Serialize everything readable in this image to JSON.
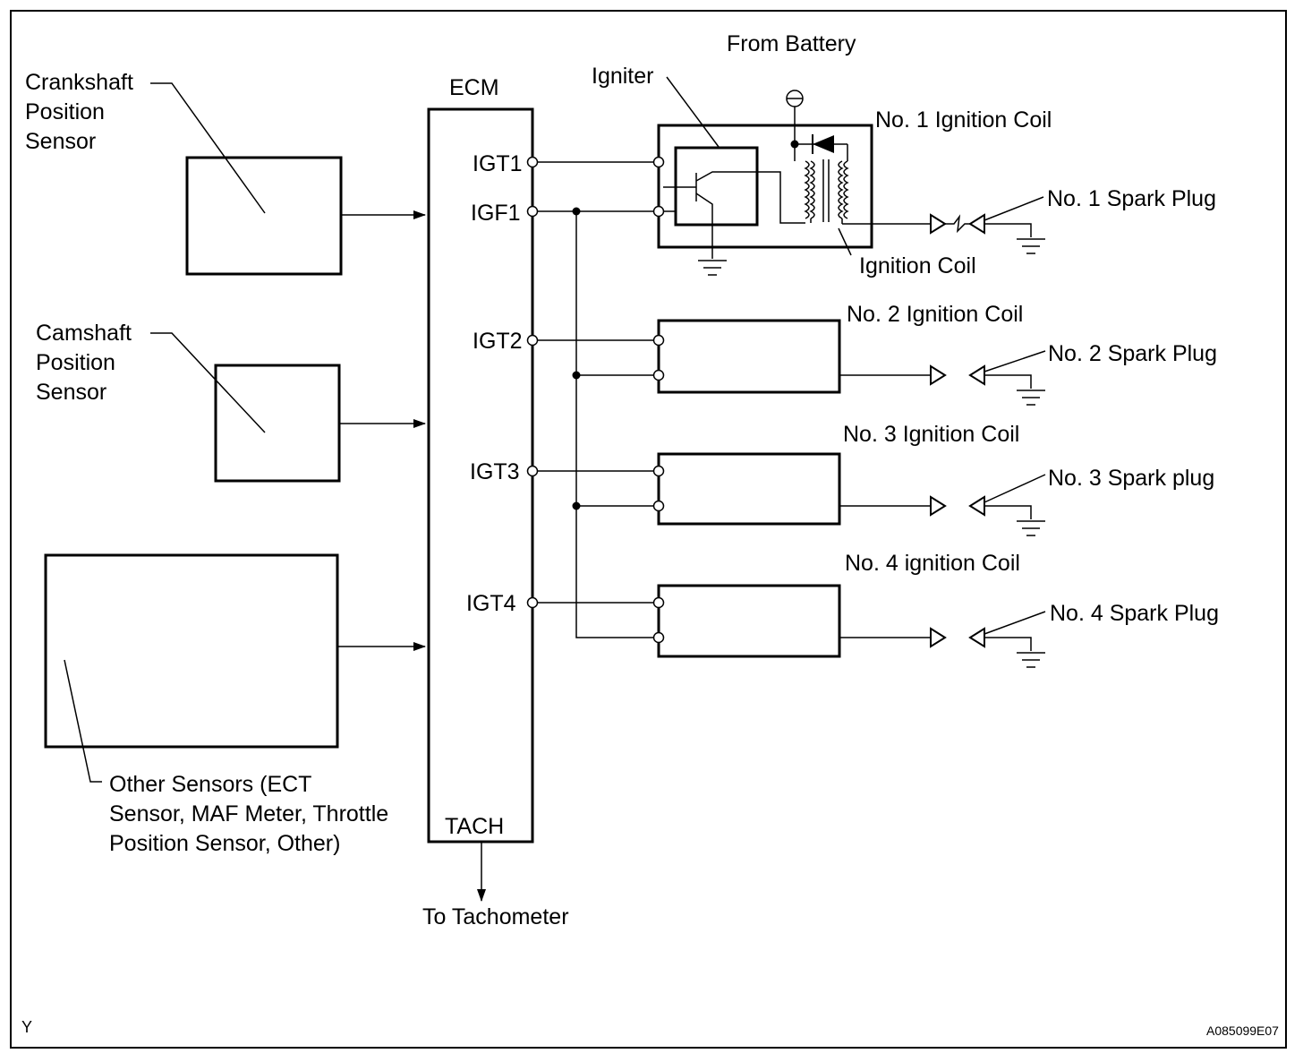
{
  "labels": {
    "crankshaft": [
      "Crankshaft",
      "Position",
      "Sensor"
    ],
    "camshaft": [
      "Camshaft",
      "Position",
      "Sensor"
    ],
    "other": [
      "Other Sensors (ECT",
      "Sensor, MAF Meter, Throttle",
      "Position Sensor, Other)"
    ],
    "ecm": "ECM",
    "tach": "TACH",
    "to_tachometer": "To Tachometer",
    "from_battery": "From Battery",
    "igniter": "Igniter",
    "ignition_coil": "Ignition Coil",
    "pins": [
      "IGT1",
      "IGF1",
      "IGT2",
      "IGT3",
      "IGT4"
    ],
    "coils": [
      "No. 1 Ignition Coil",
      "No. 2 Ignition Coil",
      "No. 3 Ignition Coil",
      "No. 4 ignition Coil"
    ],
    "plugs": [
      "No. 1 Spark Plug",
      "No. 2 Spark Plug",
      "No. 3 Spark plug",
      "No. 4 Spark Plug"
    ],
    "corner_left": "Y",
    "figure_code": "A085099E07"
  }
}
